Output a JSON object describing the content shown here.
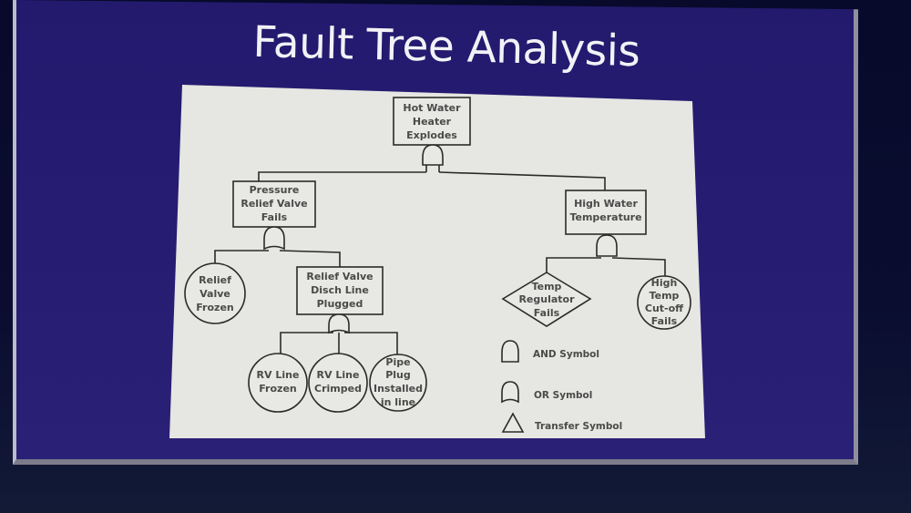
{
  "slide": {
    "title": "Fault Tree Analysis",
    "background_color": "#251b70",
    "panel_color": "#e6e6e2"
  },
  "diagram": {
    "top_event": {
      "id": "top",
      "shape": "rectangle",
      "lines": [
        "Hot Water",
        "Heater",
        "Explodes"
      ],
      "gate": "AND"
    },
    "events": [
      {
        "id": "prv",
        "shape": "rectangle",
        "lines": [
          "Pressure",
          "Relief Valve",
          "Fails"
        ],
        "parent": "top",
        "gate": "OR"
      },
      {
        "id": "hwt",
        "shape": "rectangle",
        "lines": [
          "High Water",
          "Temperature"
        ],
        "parent": "top",
        "gate": "AND"
      },
      {
        "id": "rvf",
        "shape": "circle",
        "lines": [
          "Relief",
          "Valve",
          "Frozen"
        ],
        "parent": "prv"
      },
      {
        "id": "rvd",
        "shape": "rectangle",
        "lines": [
          "Relief Valve",
          "Disch Line",
          "Plugged"
        ],
        "parent": "prv",
        "gate": "OR"
      },
      {
        "id": "rvlf",
        "shape": "circle",
        "lines": [
          "RV Line",
          "Frozen"
        ],
        "parent": "rvd"
      },
      {
        "id": "rvlc",
        "shape": "circle",
        "lines": [
          "RV Line",
          "Crimped"
        ],
        "parent": "rvd"
      },
      {
        "id": "ppi",
        "shape": "circle",
        "lines": [
          "Pipe",
          "Plug",
          "Installed",
          "in line"
        ],
        "parent": "rvd"
      },
      {
        "id": "trf",
        "shape": "diamond",
        "lines": [
          "Temp",
          "Regulator",
          "Fails"
        ],
        "parent": "hwt"
      },
      {
        "id": "htc",
        "shape": "circle",
        "lines": [
          "High",
          "Temp",
          "Cut-off",
          "Fails"
        ],
        "parent": "hwt"
      }
    ],
    "legend": [
      {
        "symbol": "AND",
        "label": "AND Symbol"
      },
      {
        "symbol": "OR",
        "label": "OR Symbol"
      },
      {
        "symbol": "TRANSFER",
        "label": "Transfer Symbol"
      }
    ]
  }
}
